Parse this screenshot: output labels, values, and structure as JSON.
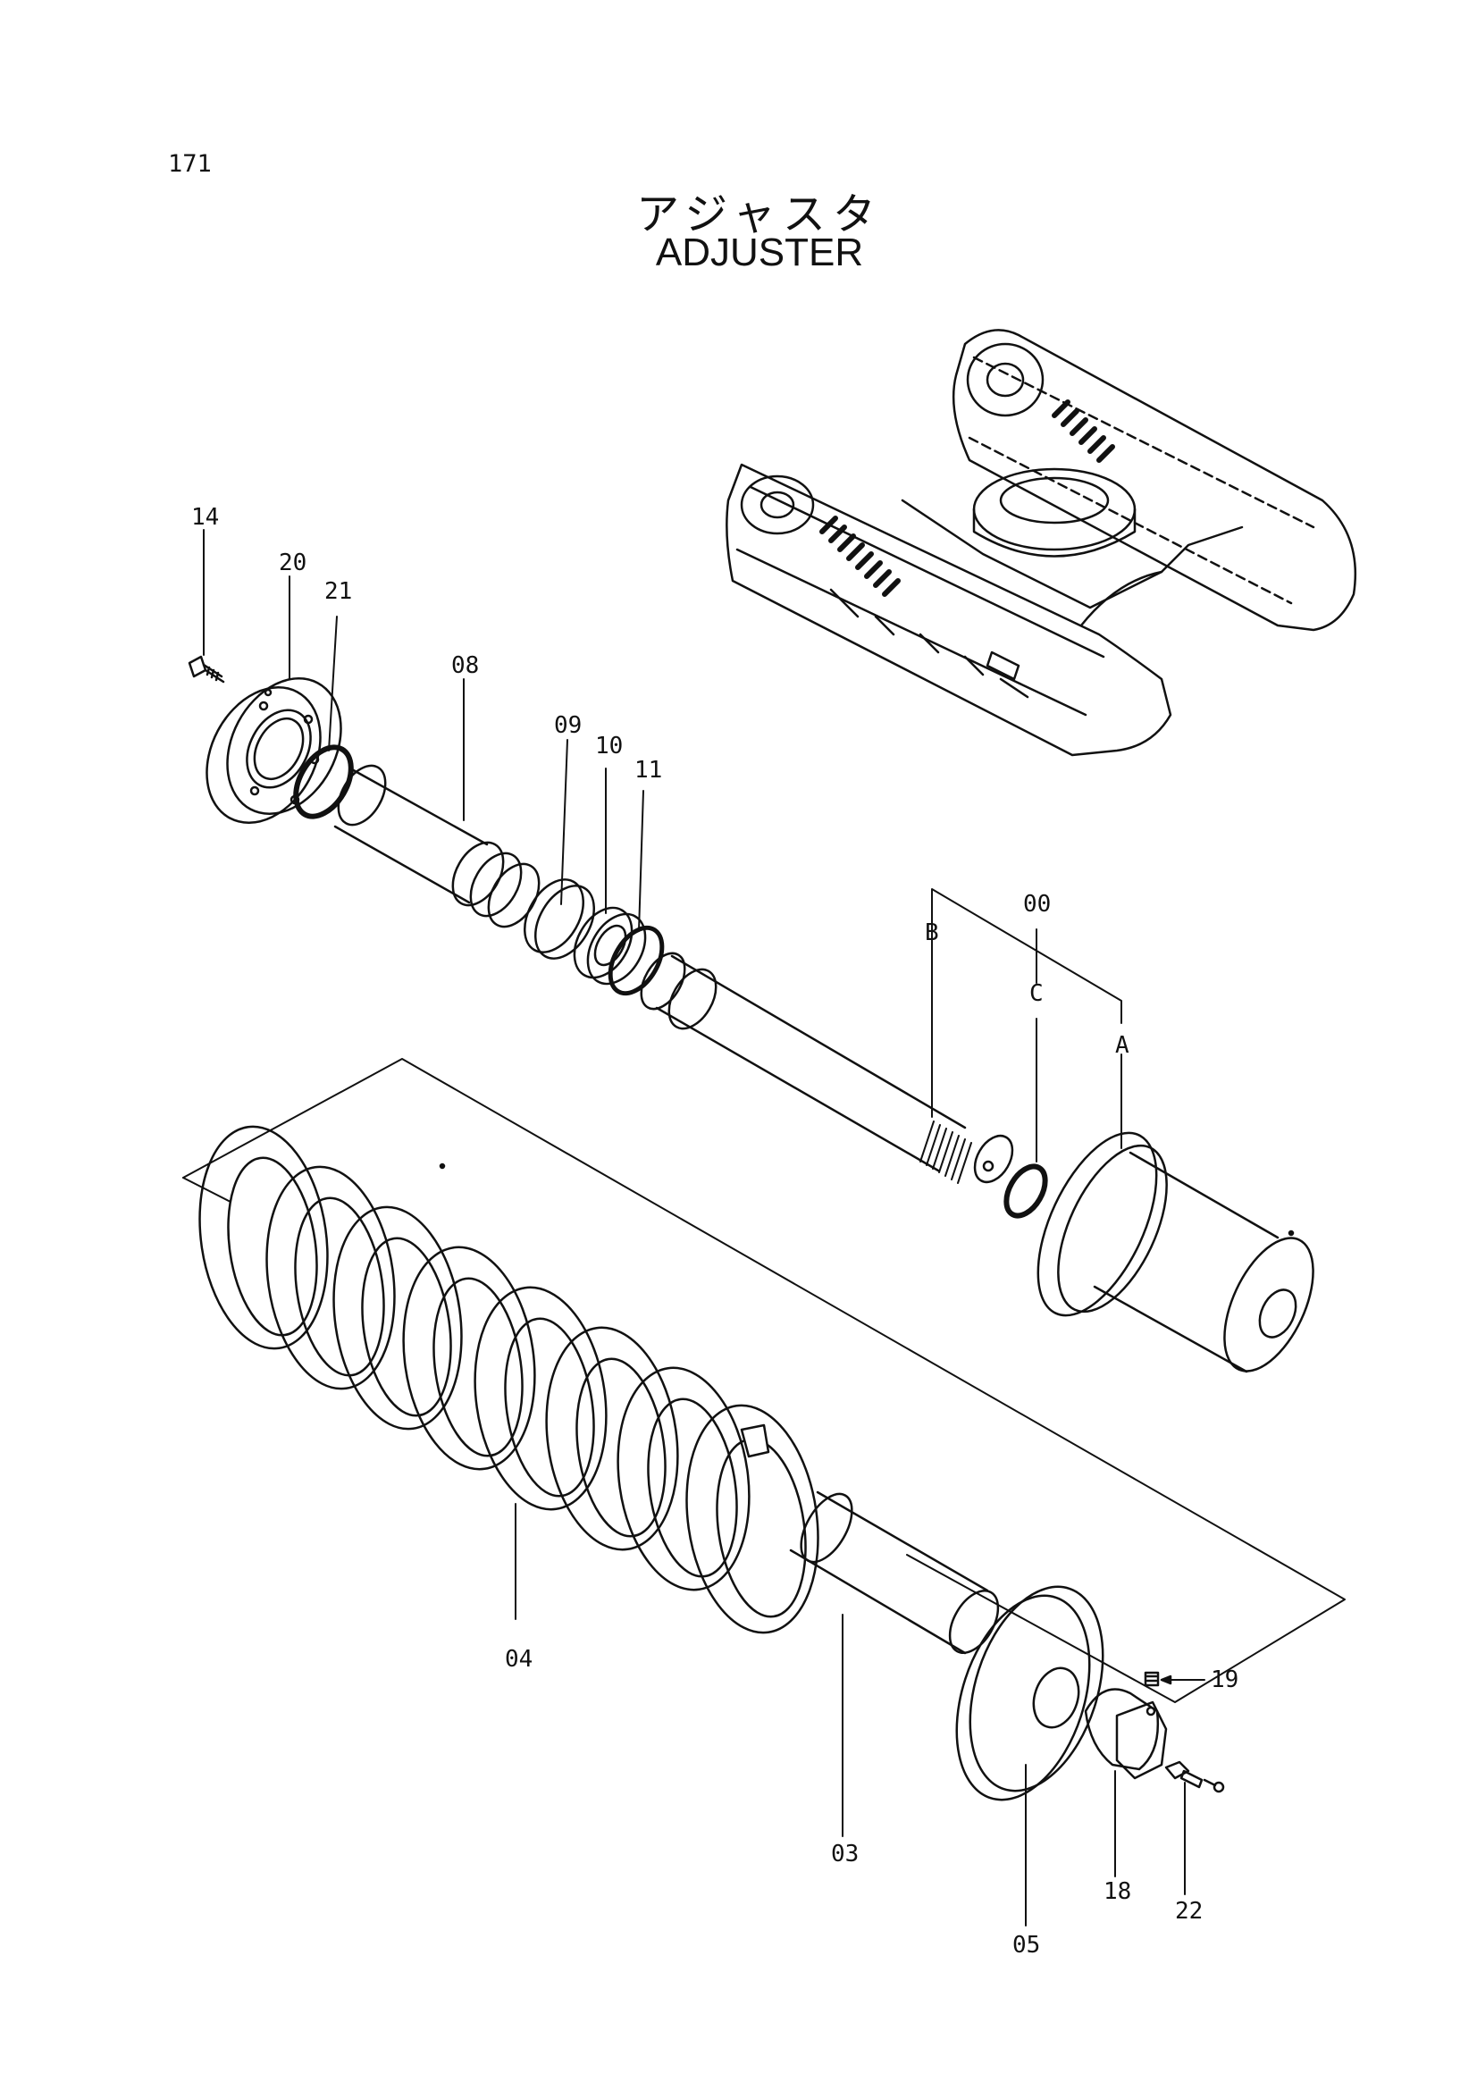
{
  "page_number": "171",
  "title_jp": "アジャスタ",
  "title_en": "ADJUSTER",
  "callouts": {
    "c00": "00",
    "cA": "A",
    "cB": "B",
    "cC": "C",
    "c03": "03",
    "c04": "04",
    "c05": "05",
    "c08": "08",
    "c09": "09",
    "c10": "10",
    "c11": "11",
    "c14": "14",
    "c18": "18",
    "c19": "19",
    "c20": "20",
    "c21": "21",
    "c22": "22"
  }
}
